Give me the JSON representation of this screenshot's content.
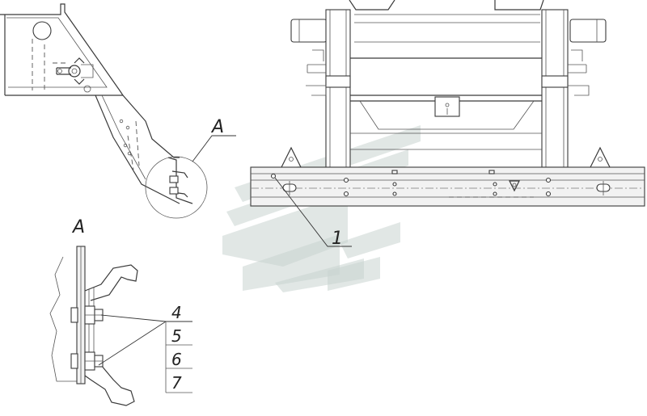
{
  "diagram": {
    "view_label": "A",
    "detail_label": "A",
    "callouts": [
      "1",
      "4",
      "5",
      "6",
      "7"
    ]
  }
}
